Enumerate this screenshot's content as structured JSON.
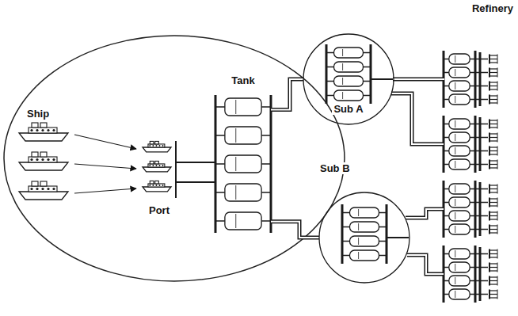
{
  "diagram": {
    "nodes": [
      {
        "text": [
          "Tank"
        ]
      },
      {
        "text": [
          "Sub A"
        ]
      },
      {
        "text": [
          "Sub B"
        ]
      },
      {
        "text": [
          "Refinery"
        ]
      }
    ],
    "edges": [
      {
        "from": 0,
        "to": 1,
        "arrow": "none"
      },
      {
        "from": 1,
        "to": 3,
        "arrow": "none"
      },
      {
        "from": 0,
        "to": 2,
        "arrow": "none"
      }
    ],
    "labels": [
      "Ship",
      "Port"
    ]
  }
}
